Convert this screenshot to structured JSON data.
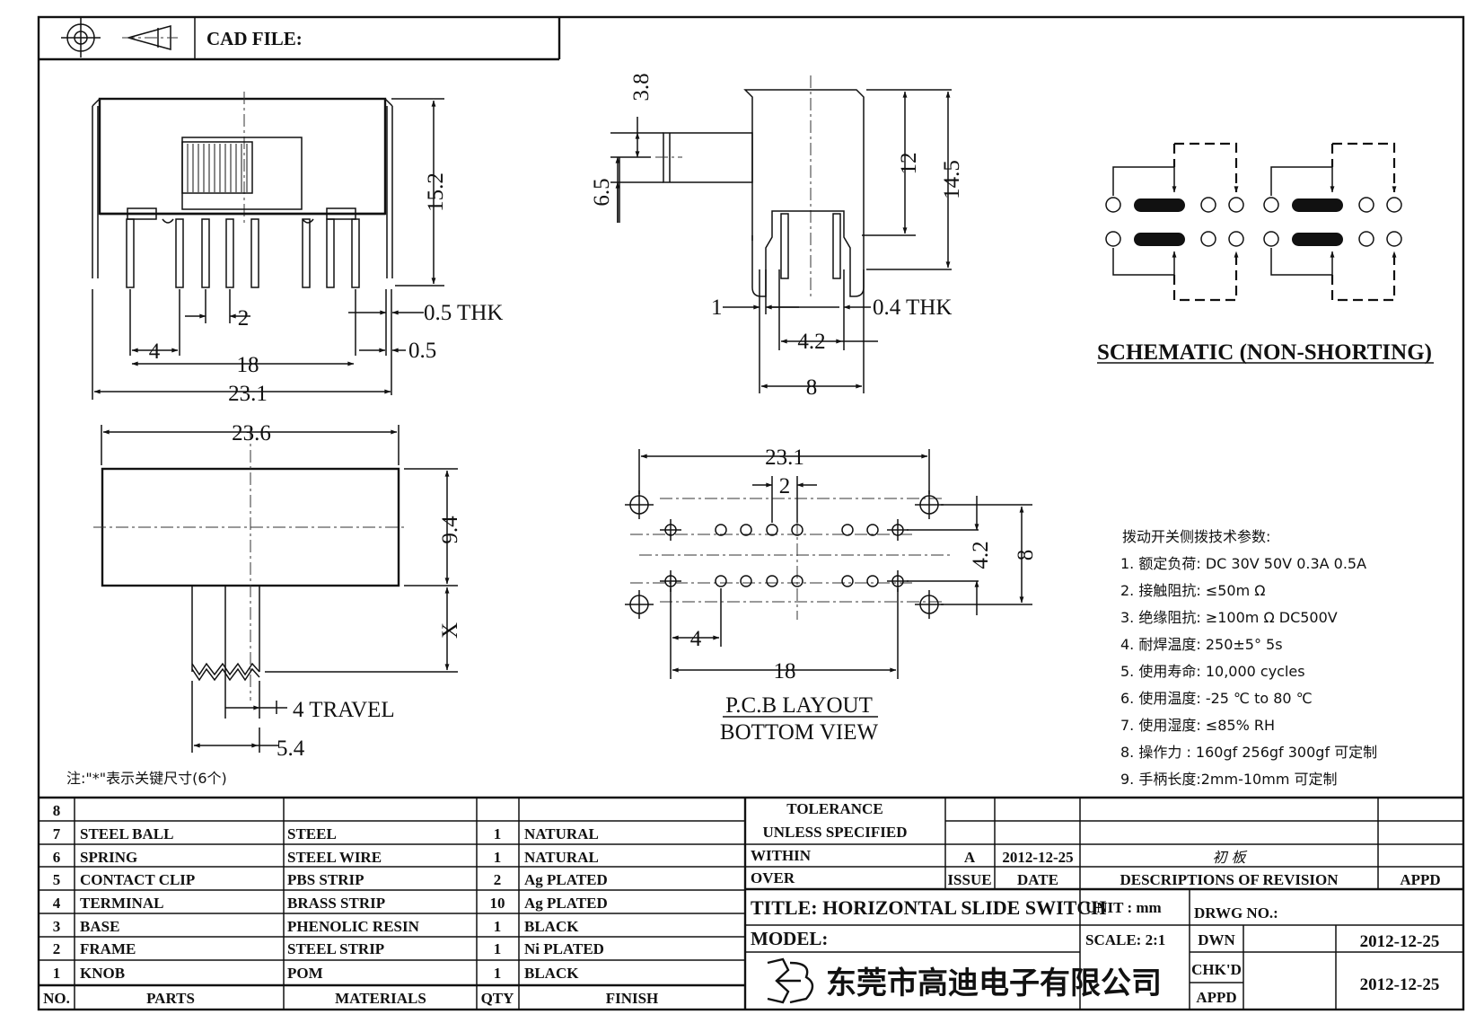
{
  "header": {
    "cad_file_label": "CAD FILE:",
    "projection_icon": "third-angle-projection-icon"
  },
  "front_view": {
    "dims": {
      "height": "15.2",
      "thk": "0.5  THK",
      "pitch": "2",
      "edge": "4",
      "span": "18",
      "offset": "0.5",
      "width": "23.1"
    }
  },
  "side_view": {
    "dims": {
      "knob_len": "3.8",
      "knob_h": "6.5",
      "body_h": "12",
      "total_h": "14.5",
      "lead": "1",
      "thk": "0.4  THK",
      "inner": "4.2",
      "width": "8"
    }
  },
  "schematic": {
    "title": "SCHEMATIC (NON-SHORTING)"
  },
  "top_view": {
    "dims": {
      "length": "23.6",
      "depth": "9.4",
      "x": "X",
      "travel": "4  TRAVEL",
      "knob_w": "5.4"
    },
    "note": "注:\"*\"表示关键尺寸(6个)"
  },
  "pcb_layout": {
    "dims": {
      "width": "23.1",
      "pitch": "2",
      "row_gap": "4.2",
      "mount_gap": "8",
      "edge": "4",
      "span": "18"
    },
    "title_line1": "P.C.B LAYOUT",
    "title_line2": "BOTTOM  VIEW"
  },
  "specs": {
    "heading": "拨动开关侧拨技术参数:",
    "items": [
      "1.  额定负荷: DC 30V     50V     0.3A     0.5A",
      "2.  接触阻抗:  ≤50m Ω",
      "3.  绝缘阻抗:  ≥100m Ω   DC500V",
      "4.  耐焊温度: 250±5°  5s",
      "5.  使用寿命: 10,000 cycles",
      "6.  使用温度: -25  ℃   to 80  ℃",
      "7.  使用湿度:  ≤85% RH",
      "8.  操作力 : 160gf     256gf     300gf   可定制",
      "9.  手柄长度:2mm-10mm   可定制"
    ]
  },
  "bom": {
    "headers": {
      "no": "NO.",
      "parts": "PARTS",
      "materials": "MATERIALS",
      "qty": "QTY",
      "finish": "FINISH"
    },
    "rows": [
      {
        "no": "8",
        "part": "",
        "material": "",
        "qty": "",
        "finish": ""
      },
      {
        "no": "7",
        "part": "STEEL  BALL",
        "material": "STEEL",
        "qty": "1",
        "finish": "NATURAL"
      },
      {
        "no": "6",
        "part": "SPRING",
        "material": "STEEL  WIRE",
        "qty": "1",
        "finish": "NATURAL"
      },
      {
        "no": "5",
        "part": "CONTACT  CLIP",
        "material": "PBS  STRIP",
        "qty": "2",
        "finish": "Ag  PLATED"
      },
      {
        "no": "4",
        "part": "TERMINAL",
        "material": "BRASS  STRIP",
        "qty": "10",
        "finish": "Ag  PLATED"
      },
      {
        "no": "3",
        "part": "BASE",
        "material": "PHENOLIC  RESIN",
        "qty": "1",
        "finish": "BLACK"
      },
      {
        "no": "2",
        "part": "FRAME",
        "material": "STEEL  STRIP",
        "qty": "1",
        "finish": "Ni  PLATED"
      },
      {
        "no": "1",
        "part": "KNOB",
        "material": "POM",
        "qty": "1",
        "finish": "BLACK"
      }
    ]
  },
  "title_block": {
    "tolerance_l1": "TOLERANCE",
    "tolerance_l2": "UNLESS    SPECIFIED",
    "within": "WITHIN",
    "over": "OVER",
    "issue_val": "A",
    "date_val": "2012-12-25",
    "revision_desc": "初 板",
    "issue_label": "ISSUE",
    "date_label": "DATE",
    "descriptions_label": "DESCRIPTIONS  OF  REVISION",
    "appd_label": "APPD",
    "title": "TITLE:  HORIZONTAL  SLIDE  SWITCH",
    "unit": "UNIT : mm",
    "drwg_no": "DRWG  NO.:",
    "model": "MODEL:",
    "scale": "SCALE:  2:1",
    "dwn_label": "DWN",
    "dwn_date": "2012-12-25",
    "chkd_label": "CHK'D",
    "appd2_label": "APPD",
    "chkd_date": "2012-12-25",
    "company": "东莞市高迪电子有限公司"
  }
}
